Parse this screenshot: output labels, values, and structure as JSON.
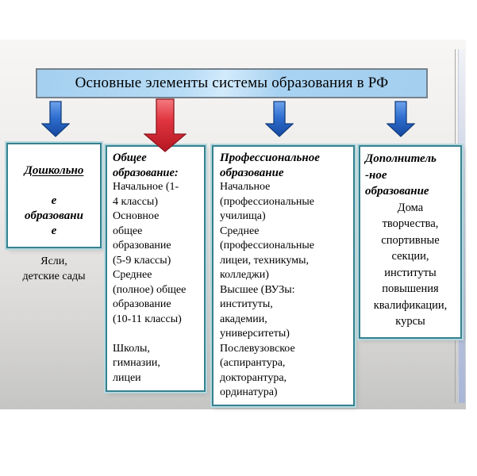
{
  "slide": {
    "title": "Основные элементы системы образования в РФ",
    "colors": {
      "title_fill": "#a9d2f0",
      "title_border": "#75828e",
      "box_border": "#35818f",
      "box_glow": "#b5d8de",
      "arrow_blue": "#2b6bc9",
      "arrow_red": "#d9252f",
      "slide_bg_top": "#f8f6f4",
      "slide_bg_bottom": "#c5c5c3",
      "side_bar": "#a9b6d6"
    },
    "arrows": [
      {
        "name": "blue-down-arrow",
        "color": "blue"
      },
      {
        "name": "red-down-arrow",
        "color": "red"
      },
      {
        "name": "blue-down-arrow",
        "color": "blue"
      },
      {
        "name": "blue-down-arrow",
        "color": "blue"
      }
    ],
    "boxes": [
      {
        "id": "preschool",
        "title_underlined": "Дошкольно",
        "title_rest": "е\nобразовани\nе",
        "body": "Ясли,\nдетские сады"
      },
      {
        "id": "general",
        "title": "Общее\nобразование:",
        "body": "Начальное (1-\n4 классы)\nОсновное\nобщее\nобразование\n(5-9 классы)\nСреднее\n(полное) общее\nобразование\n(10-11 классы)\n\nШколы,\nгимназии,\nлицеи"
      },
      {
        "id": "professional",
        "title": "Профессиональное\nобразование",
        "body": "Начальное\n(профессиональные\nучилища)\nСреднее\n(профессиональные\nлицеи, техникумы,\nколледжи)\nВысшее (ВУЗы:\nинституты,\nакадемии,\nуниверситеты)\nПослевузовское\n(аспирантура,\nдокторантура,\nординатура)"
      },
      {
        "id": "additional",
        "title": "Дополнитель\n-ное\nобразование",
        "body": "Дома\nтворчества,\nспортивные\nсекции,\nинституты\nповышения\nквалификации,\nкурсы"
      }
    ]
  }
}
